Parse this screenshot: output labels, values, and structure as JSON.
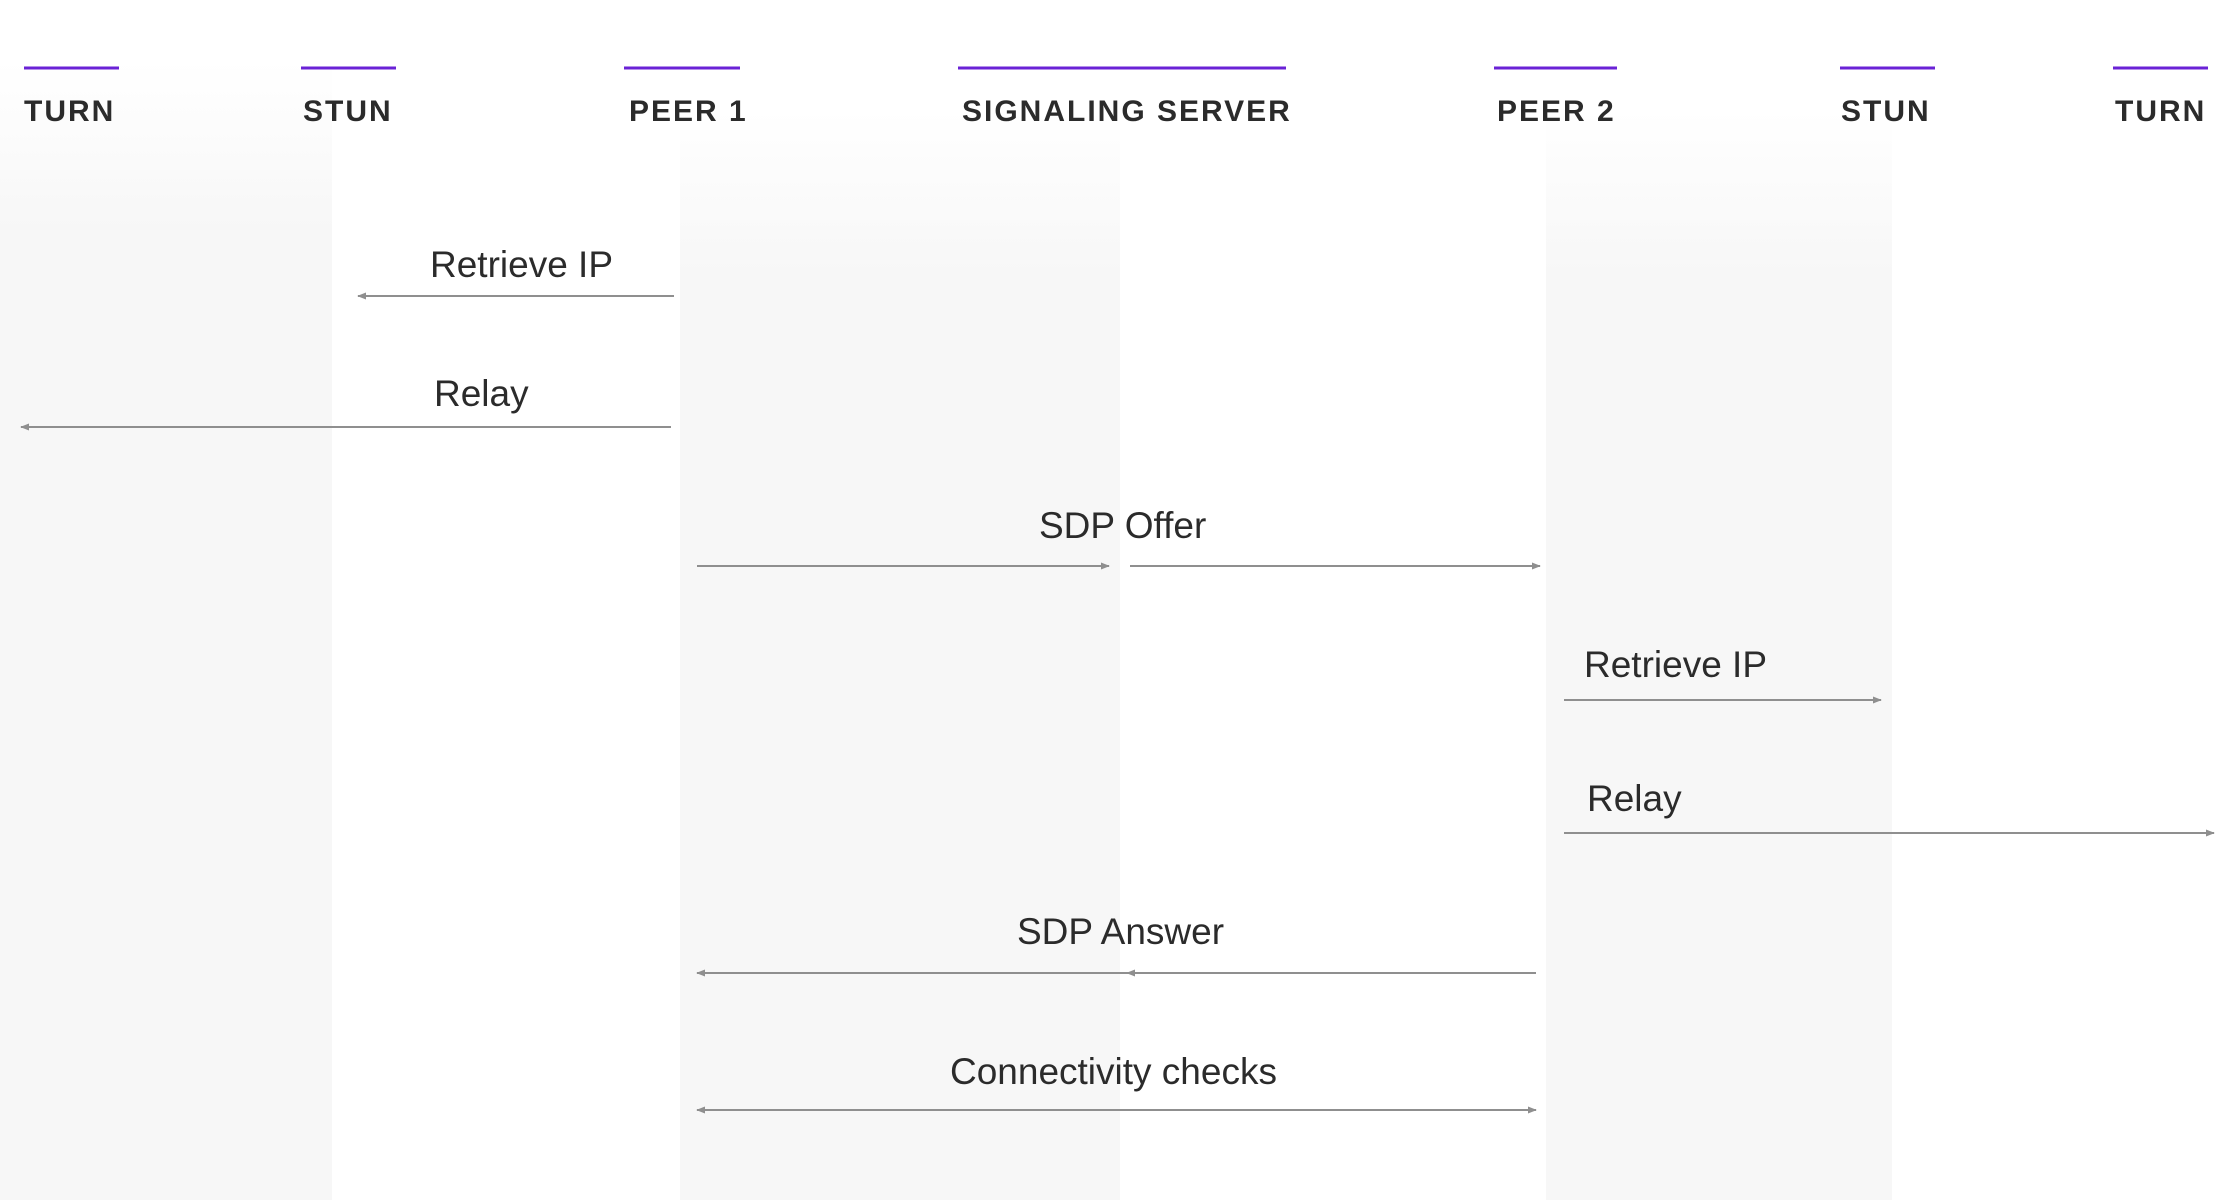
{
  "colors": {
    "accent": "#6a22d6",
    "band": "#f7f7f7",
    "arrow": "#8f8f8f",
    "text": "#2b2b2b"
  },
  "participants": [
    {
      "id": "turn_left",
      "label": "TURN"
    },
    {
      "id": "stun_left",
      "label": "STUN"
    },
    {
      "id": "peer1",
      "label": "PEER 1"
    },
    {
      "id": "signaling",
      "label": "SIGNALING SERVER"
    },
    {
      "id": "peer2",
      "label": "PEER 2"
    },
    {
      "id": "stun_right",
      "label": "STUN"
    },
    {
      "id": "turn_right",
      "label": "TURN"
    }
  ],
  "messages": [
    {
      "id": "m1",
      "label": "Retrieve IP",
      "from": "peer1",
      "to": "stun_left"
    },
    {
      "id": "m2",
      "label": "Relay",
      "from": "peer1",
      "to": "turn_left"
    },
    {
      "id": "m3",
      "label": "SDP Offer",
      "from": "peer1",
      "to": "peer2",
      "via": "signaling"
    },
    {
      "id": "m4",
      "label": "Retrieve IP",
      "from": "peer2",
      "to": "stun_right"
    },
    {
      "id": "m5",
      "label": "Relay",
      "from": "peer2",
      "to": "turn_right"
    },
    {
      "id": "m6",
      "label": "SDP Answer",
      "from": "peer2",
      "to": "peer1",
      "via": "signaling"
    },
    {
      "id": "m7",
      "label": "Connectivity checks",
      "from": "peer1",
      "to": "peer2",
      "bidirectional": true
    }
  ]
}
